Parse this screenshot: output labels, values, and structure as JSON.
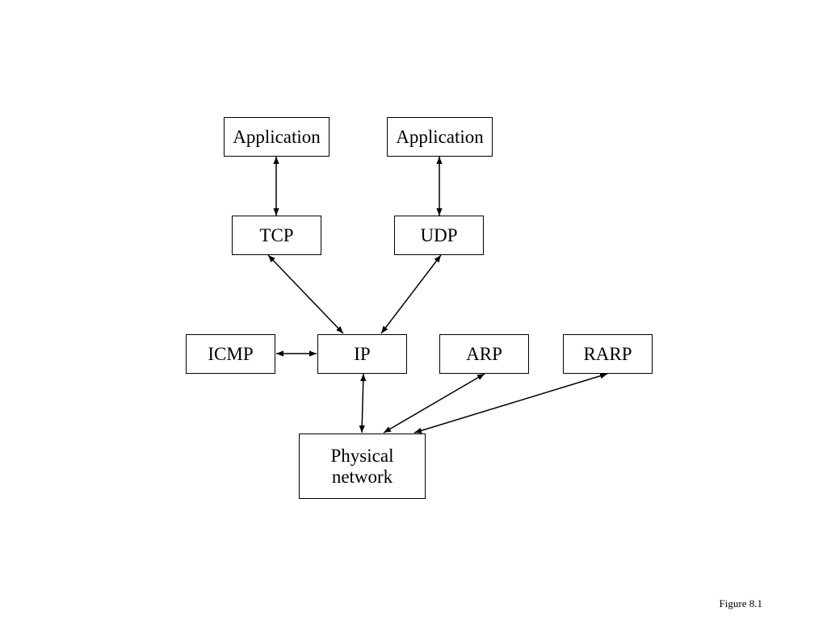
{
  "nodes": {
    "app_left": "Application",
    "app_right": "Application",
    "tcp": "TCP",
    "udp": "UDP",
    "icmp": "ICMP",
    "ip": "IP",
    "arp": "ARP",
    "rarp": "RARP",
    "physical_line1": "Physical",
    "physical_line2": "network"
  },
  "edges": [
    {
      "from": "app_left",
      "to": "tcp",
      "arrows": "both"
    },
    {
      "from": "app_right",
      "to": "udp",
      "arrows": "both"
    },
    {
      "from": "tcp",
      "to": "ip",
      "arrows": "both"
    },
    {
      "from": "udp",
      "to": "ip",
      "arrows": "both"
    },
    {
      "from": "icmp",
      "to": "ip",
      "arrows": "both"
    },
    {
      "from": "ip",
      "to": "physical_network",
      "arrows": "both"
    },
    {
      "from": "arp",
      "to": "physical_network",
      "arrows": "both"
    },
    {
      "from": "rarp",
      "to": "physical_network",
      "arrows": "both"
    }
  ],
  "caption": "Figure 8.1"
}
